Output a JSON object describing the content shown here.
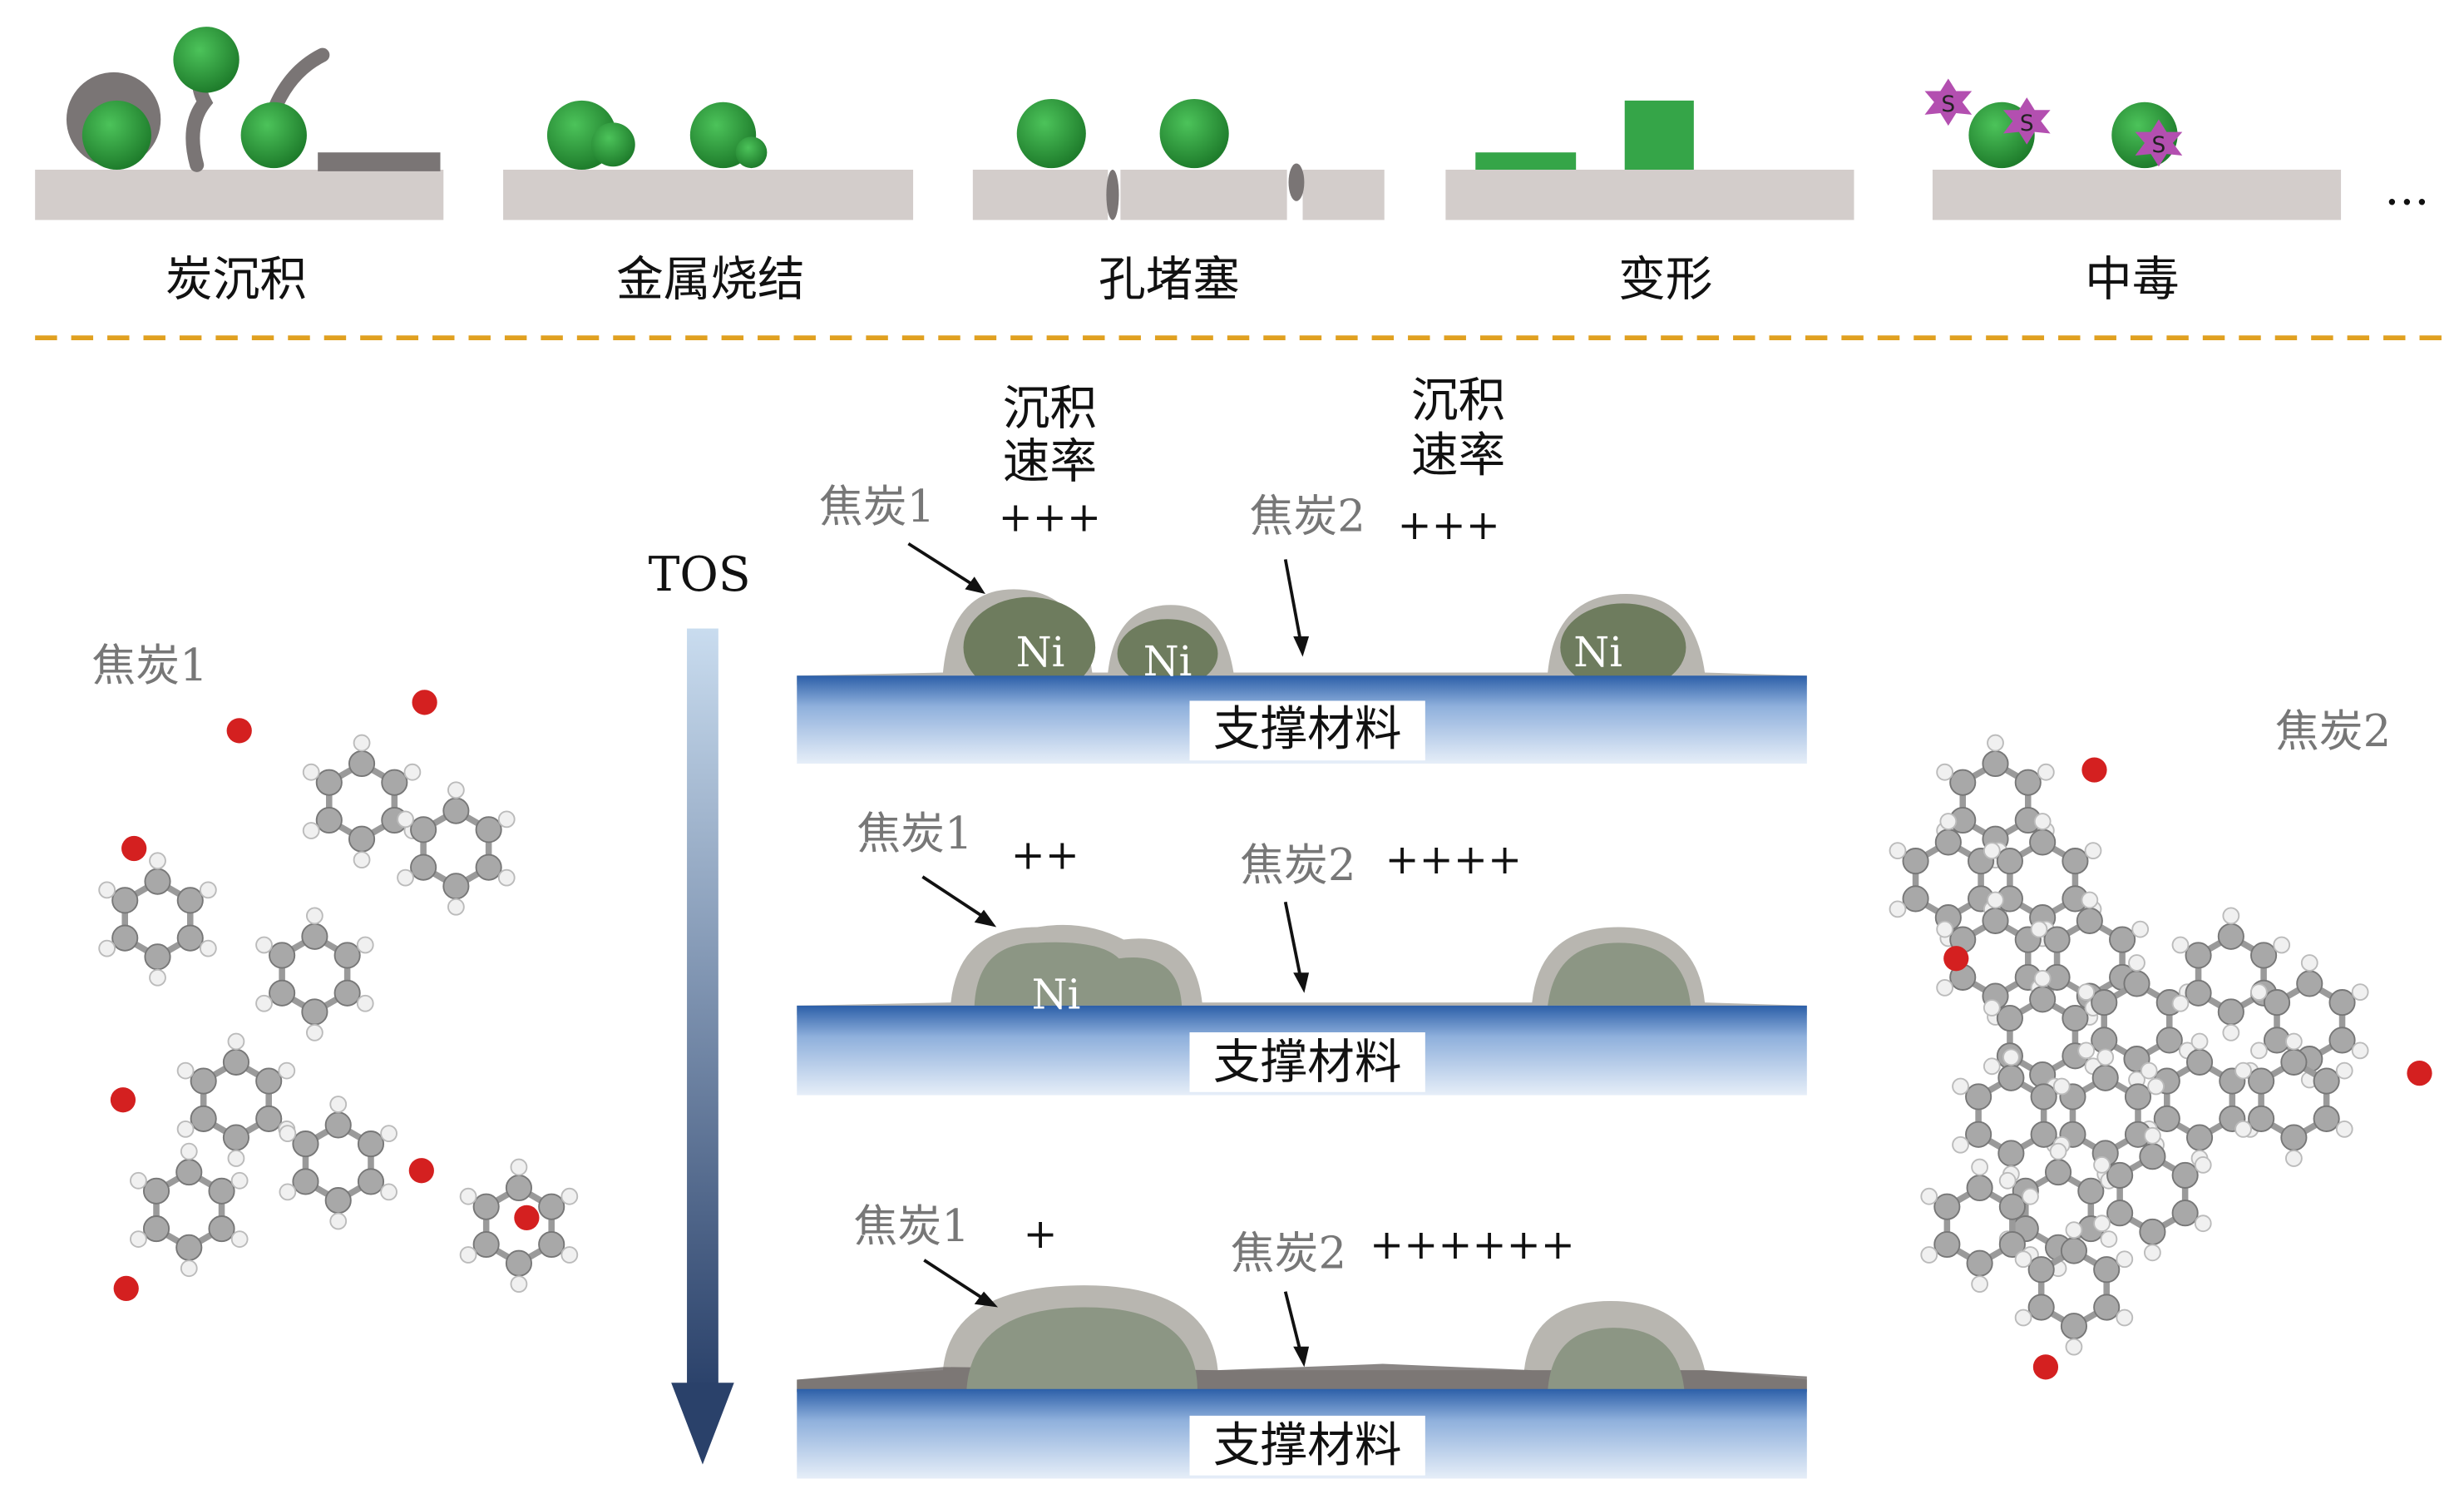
{
  "top_row": {
    "mechanisms": [
      {
        "label": "炭沉积"
      },
      {
        "label": "金属烧结"
      },
      {
        "label": "孔堵塞"
      },
      {
        "label": "变形"
      },
      {
        "label": "中毒"
      }
    ],
    "more": "...",
    "poison_symbol": "S"
  },
  "tos_label": "TOS",
  "rate_label_line1": "沉积",
  "rate_label_line2": "速率",
  "panels": [
    {
      "coke1": "焦炭1",
      "coke1_rate": "+++",
      "coke2": "焦炭2",
      "coke2_rate": "+++",
      "support": "支撑材料",
      "ni": "Ni"
    },
    {
      "coke1": "焦炭1",
      "coke1_rate": "++",
      "coke2": "焦炭2",
      "coke2_rate": "++++",
      "support": "支撑材料",
      "ni": "Ni"
    },
    {
      "coke1": "焦炭1",
      "coke1_rate": "+",
      "coke2": "焦炭2",
      "coke2_rate": "++++++",
      "support": "支撑材料"
    }
  ],
  "molecule_left_label": "焦炭1",
  "molecule_right_label": "焦炭2",
  "colors": {
    "metal": "#2e9a3e",
    "support_top": "#d3cdcb",
    "dash": "#e0a020",
    "coke": "#7a7575",
    "sulfur": "#b34fb0"
  }
}
